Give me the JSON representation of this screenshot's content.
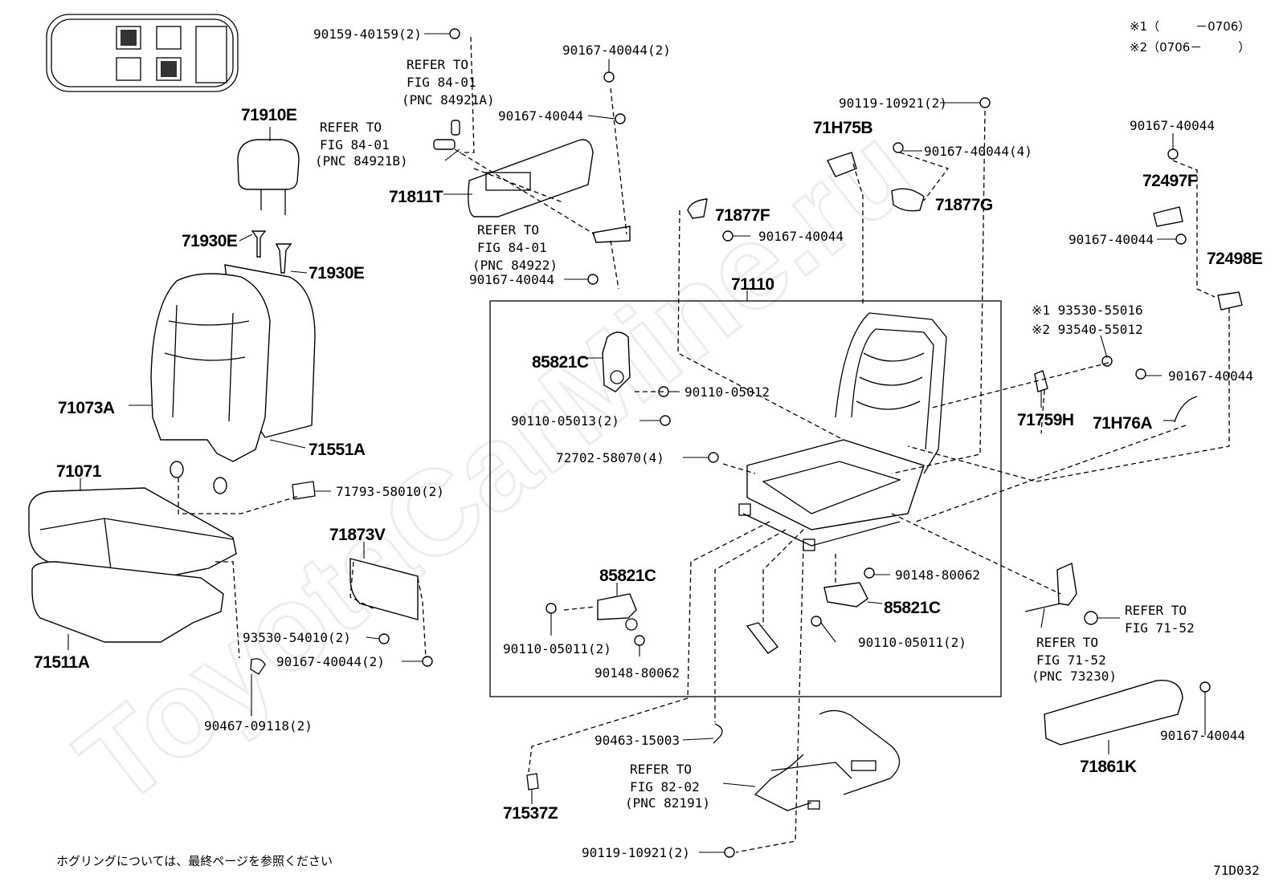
{
  "diagram": {
    "watermark": "ToyotaCarMine.ru",
    "figure_code": "71D032",
    "footnote_jp": "ホグリングについては、最終ページを参照ください",
    "notes": {
      "note1": "※1（　　　－0706）",
      "note2": "※2（0706－　　　）"
    },
    "assembly_label": "71110",
    "part_labels": [
      {
        "id": "71910E",
        "text": "71910E",
        "big": true
      },
      {
        "id": "71930E-a",
        "text": "71930E",
        "big": true
      },
      {
        "id": "71930E-b",
        "text": "71930E",
        "big": true
      },
      {
        "id": "71073A",
        "text": "71073A",
        "big": true
      },
      {
        "id": "71551A",
        "text": "71551A",
        "big": true
      },
      {
        "id": "71071",
        "text": "71071",
        "big": true
      },
      {
        "id": "71511A",
        "text": "71511A",
        "big": true
      },
      {
        "id": "71811T",
        "text": "71811T",
        "big": true
      },
      {
        "id": "71873V",
        "text": "71873V",
        "big": true
      },
      {
        "id": "71877F",
        "text": "71877F",
        "big": true
      },
      {
        "id": "71877G",
        "text": "71877G",
        "big": true
      },
      {
        "id": "71H75B",
        "text": "71H75B",
        "big": true
      },
      {
        "id": "72497F",
        "text": "72497F",
        "big": true
      },
      {
        "id": "72498E",
        "text": "72498E",
        "big": true
      },
      {
        "id": "85821C-a",
        "text": "85821C",
        "big": true
      },
      {
        "id": "85821C-b",
        "text": "85821C",
        "big": true
      },
      {
        "id": "85821C-c",
        "text": "85821C",
        "big": true
      },
      {
        "id": "71759H",
        "text": "71759H",
        "big": true
      },
      {
        "id": "71H76A",
        "text": "71H76A",
        "big": true
      },
      {
        "id": "71537Z",
        "text": "71537Z",
        "big": true
      },
      {
        "id": "71861K",
        "text": "71861K",
        "big": true
      },
      {
        "id": "90159-40159",
        "text": "90159-40159(2)"
      },
      {
        "id": "90167-40044-a",
        "text": "90167-40044(2)"
      },
      {
        "id": "90167-40044-b",
        "text": "90167-40044"
      },
      {
        "id": "90167-40044-c",
        "text": "90167-40044"
      },
      {
        "id": "90167-40044-d",
        "text": "90167-40044(4)"
      },
      {
        "id": "90167-40044-e",
        "text": "90167-40044"
      },
      {
        "id": "90167-40044-f",
        "text": "90167-40044"
      },
      {
        "id": "90167-40044-g",
        "text": "90167-40044"
      },
      {
        "id": "90167-40044-h",
        "text": "90167-40044"
      },
      {
        "id": "90167-40044-i",
        "text": "90167-40044(2)"
      },
      {
        "id": "90167-40044-j",
        "text": "90167-40044"
      },
      {
        "id": "90119-10921-a",
        "text": "90119-10921(2)"
      },
      {
        "id": "90119-10921-b",
        "text": "90119-10921(2)"
      },
      {
        "id": "90110-05012",
        "text": "90110-05012"
      },
      {
        "id": "90110-05013",
        "text": "90110-05013(2)"
      },
      {
        "id": "72702-58070",
        "text": "72702-58070(4)"
      },
      {
        "id": "71793-58010",
        "text": "71793-58010(2)"
      },
      {
        "id": "93530-54010",
        "text": "93530-54010(2)"
      },
      {
        "id": "90467-09118",
        "text": "90467-09118(2)"
      },
      {
        "id": "90110-05011-a",
        "text": "90110-05011(2)"
      },
      {
        "id": "90110-05011-b",
        "text": "90110-05011(2)"
      },
      {
        "id": "90148-80062-a",
        "text": "90148-80062"
      },
      {
        "id": "90148-80062-b",
        "text": "90148-80062"
      },
      {
        "id": "90463-15003",
        "text": "90463-15003"
      },
      {
        "id": "93530-55016",
        "text": "※1 93530-55016"
      },
      {
        "id": "93540-55012",
        "text": "※2 93540-55012"
      }
    ],
    "refer_blocks": [
      {
        "id": "refer-84921A",
        "lines": [
          "REFER TO",
          "FIG 84-01",
          "(PNC 84921A)"
        ]
      },
      {
        "id": "refer-84921B",
        "lines": [
          "REFER TO",
          "FIG 84-01",
          "(PNC 84921B)"
        ]
      },
      {
        "id": "refer-84922",
        "lines": [
          "REFER TO",
          "FIG 84-01",
          "(PNC 84922)"
        ]
      },
      {
        "id": "refer-71-52-a",
        "lines": [
          "REFER TO",
          "FIG 71-52"
        ]
      },
      {
        "id": "refer-73230",
        "lines": [
          "REFER TO",
          "FIG 71-52",
          "(PNC 73230)"
        ]
      },
      {
        "id": "refer-82191",
        "lines": [
          "REFER TO",
          "FIG 82-02",
          "(PNC 82191)"
        ]
      }
    ]
  }
}
